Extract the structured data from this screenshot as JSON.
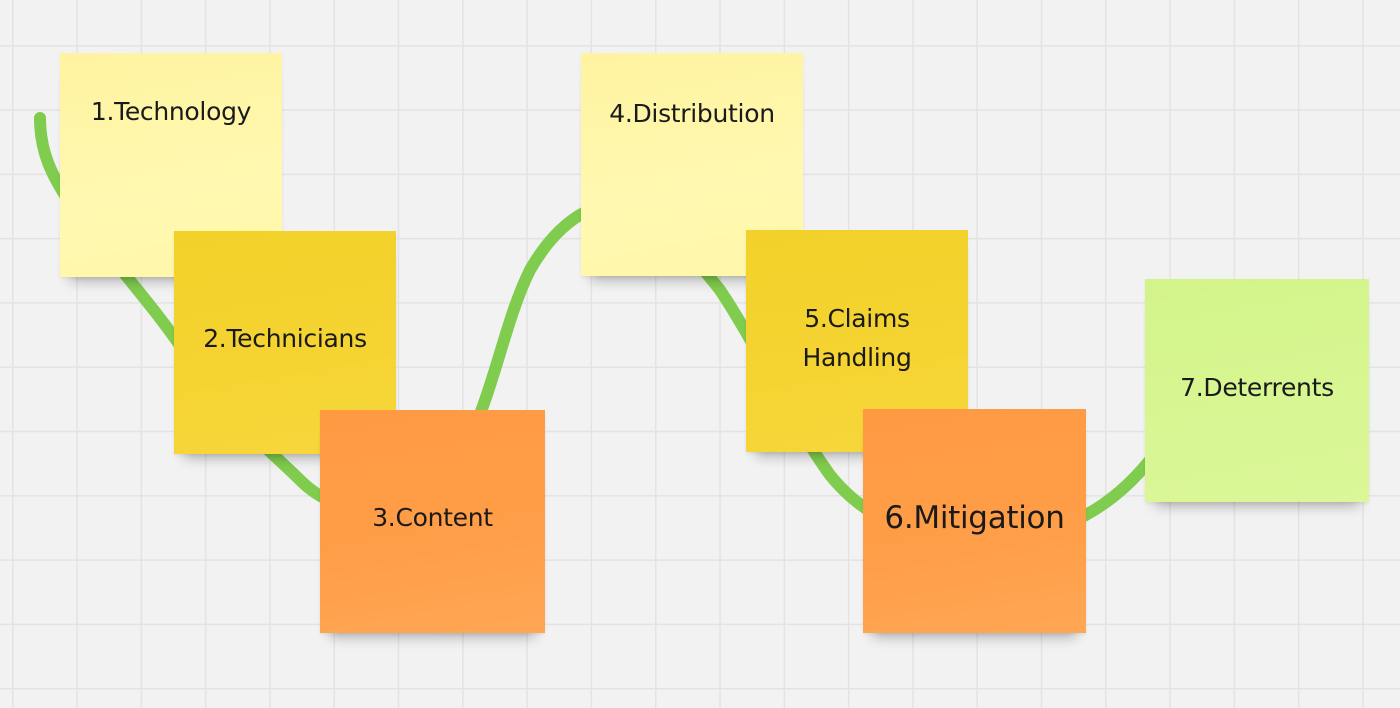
{
  "board": {
    "background_color": "#f2f2f2",
    "grid_color": "#e3e3e3"
  },
  "connector": {
    "color": "#80cc4e",
    "description": "wavy green line linking the sticky notes in order"
  },
  "stickies": [
    {
      "id": 1,
      "label": "1.Technology",
      "color": "#fff7a9"
    },
    {
      "id": 2,
      "label": "2.Technicians",
      "color": "#f5d432"
    },
    {
      "id": 3,
      "label": "3.Content",
      "color": "#ff9e48"
    },
    {
      "id": 4,
      "label": "4.Distribution",
      "color": "#fff7a9"
    },
    {
      "id": 5,
      "label": "5.Claims\nHandling",
      "color": "#f5d432"
    },
    {
      "id": 6,
      "label": "6.Mitigation",
      "color": "#ff9e48"
    },
    {
      "id": 7,
      "label": "7.Deterrents",
      "color": "#d8f693"
    }
  ]
}
